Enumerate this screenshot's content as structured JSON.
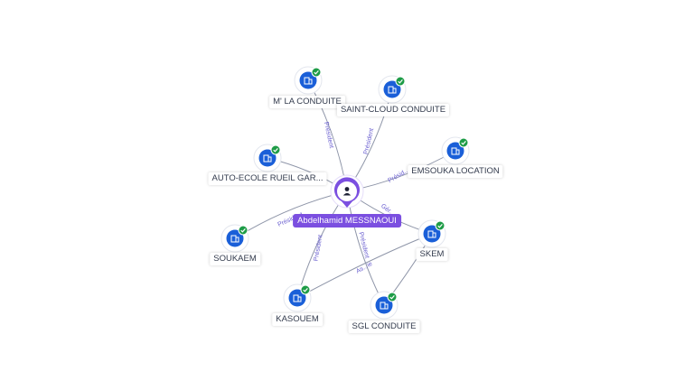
{
  "colors": {
    "accent": "#7b4fe0",
    "company_icon": "#1a5fd8",
    "verified_badge": "#1e9c47",
    "edge": "#8e95a8",
    "edge_label": "#6a5fd0"
  },
  "center": {
    "name": "Abdelhamid MESSNAOUI",
    "icon": "person-icon"
  },
  "companies": [
    {
      "id": "mla",
      "name": "M' LA CONDUITE",
      "icon": "building-icon",
      "verified": true
    },
    {
      "id": "stcloud",
      "name": "SAINT-CLOUD CONDUITE",
      "icon": "building-icon",
      "verified": true
    },
    {
      "id": "emsouka",
      "name": "EMSOUKA LOCATION",
      "icon": "building-icon",
      "verified": true
    },
    {
      "id": "rueil",
      "name": "AUTO-ECOLE RUEIL GAR...",
      "icon": "building-icon",
      "verified": true
    },
    {
      "id": "soukaem",
      "name": "SOUKAEM",
      "icon": "building-icon",
      "verified": true
    },
    {
      "id": "skem",
      "name": "SKEM",
      "icon": "building-icon",
      "verified": true
    },
    {
      "id": "kasouem",
      "name": "KASOUEM",
      "icon": "building-icon",
      "verified": true
    },
    {
      "id": "sgl",
      "name": "SGL CONDUITE",
      "icon": "building-icon",
      "verified": true
    }
  ],
  "edge_labels": [
    {
      "id": "mla",
      "text": "Président"
    },
    {
      "id": "stcloud",
      "text": "Président"
    },
    {
      "id": "emsouka",
      "text": "Présid..."
    },
    {
      "id": "soukaem",
      "text": "Président"
    },
    {
      "id": "skem",
      "text": "Gér..."
    },
    {
      "id": "kasouem",
      "text": "Président"
    },
    {
      "id": "sgl",
      "text": "Président"
    },
    {
      "id": "skem2",
      "text": "As...ie"
    }
  ]
}
